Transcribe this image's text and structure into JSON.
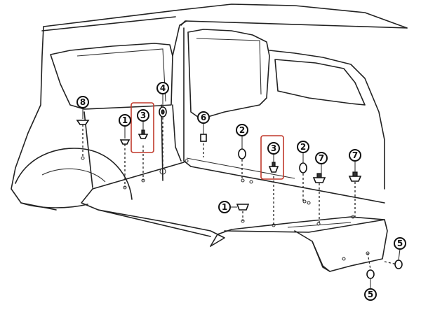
{
  "callouts": [
    {
      "id": "c8",
      "label": "8"
    },
    {
      "id": "c1a",
      "label": "1"
    },
    {
      "id": "c3a",
      "label": "3"
    },
    {
      "id": "c4",
      "label": "4"
    },
    {
      "id": "c6",
      "label": "6"
    },
    {
      "id": "c2a",
      "label": "2"
    },
    {
      "id": "c3b",
      "label": "3"
    },
    {
      "id": "c2b",
      "label": "2"
    },
    {
      "id": "c7a",
      "label": "7"
    },
    {
      "id": "c7b",
      "label": "7"
    },
    {
      "id": "c1b",
      "label": "1"
    },
    {
      "id": "c5a",
      "label": "5"
    },
    {
      "id": "c5b",
      "label": "5"
    }
  ],
  "colors": {
    "line": "#222222",
    "highlight": "#c0392b",
    "background": "#ffffff"
  }
}
